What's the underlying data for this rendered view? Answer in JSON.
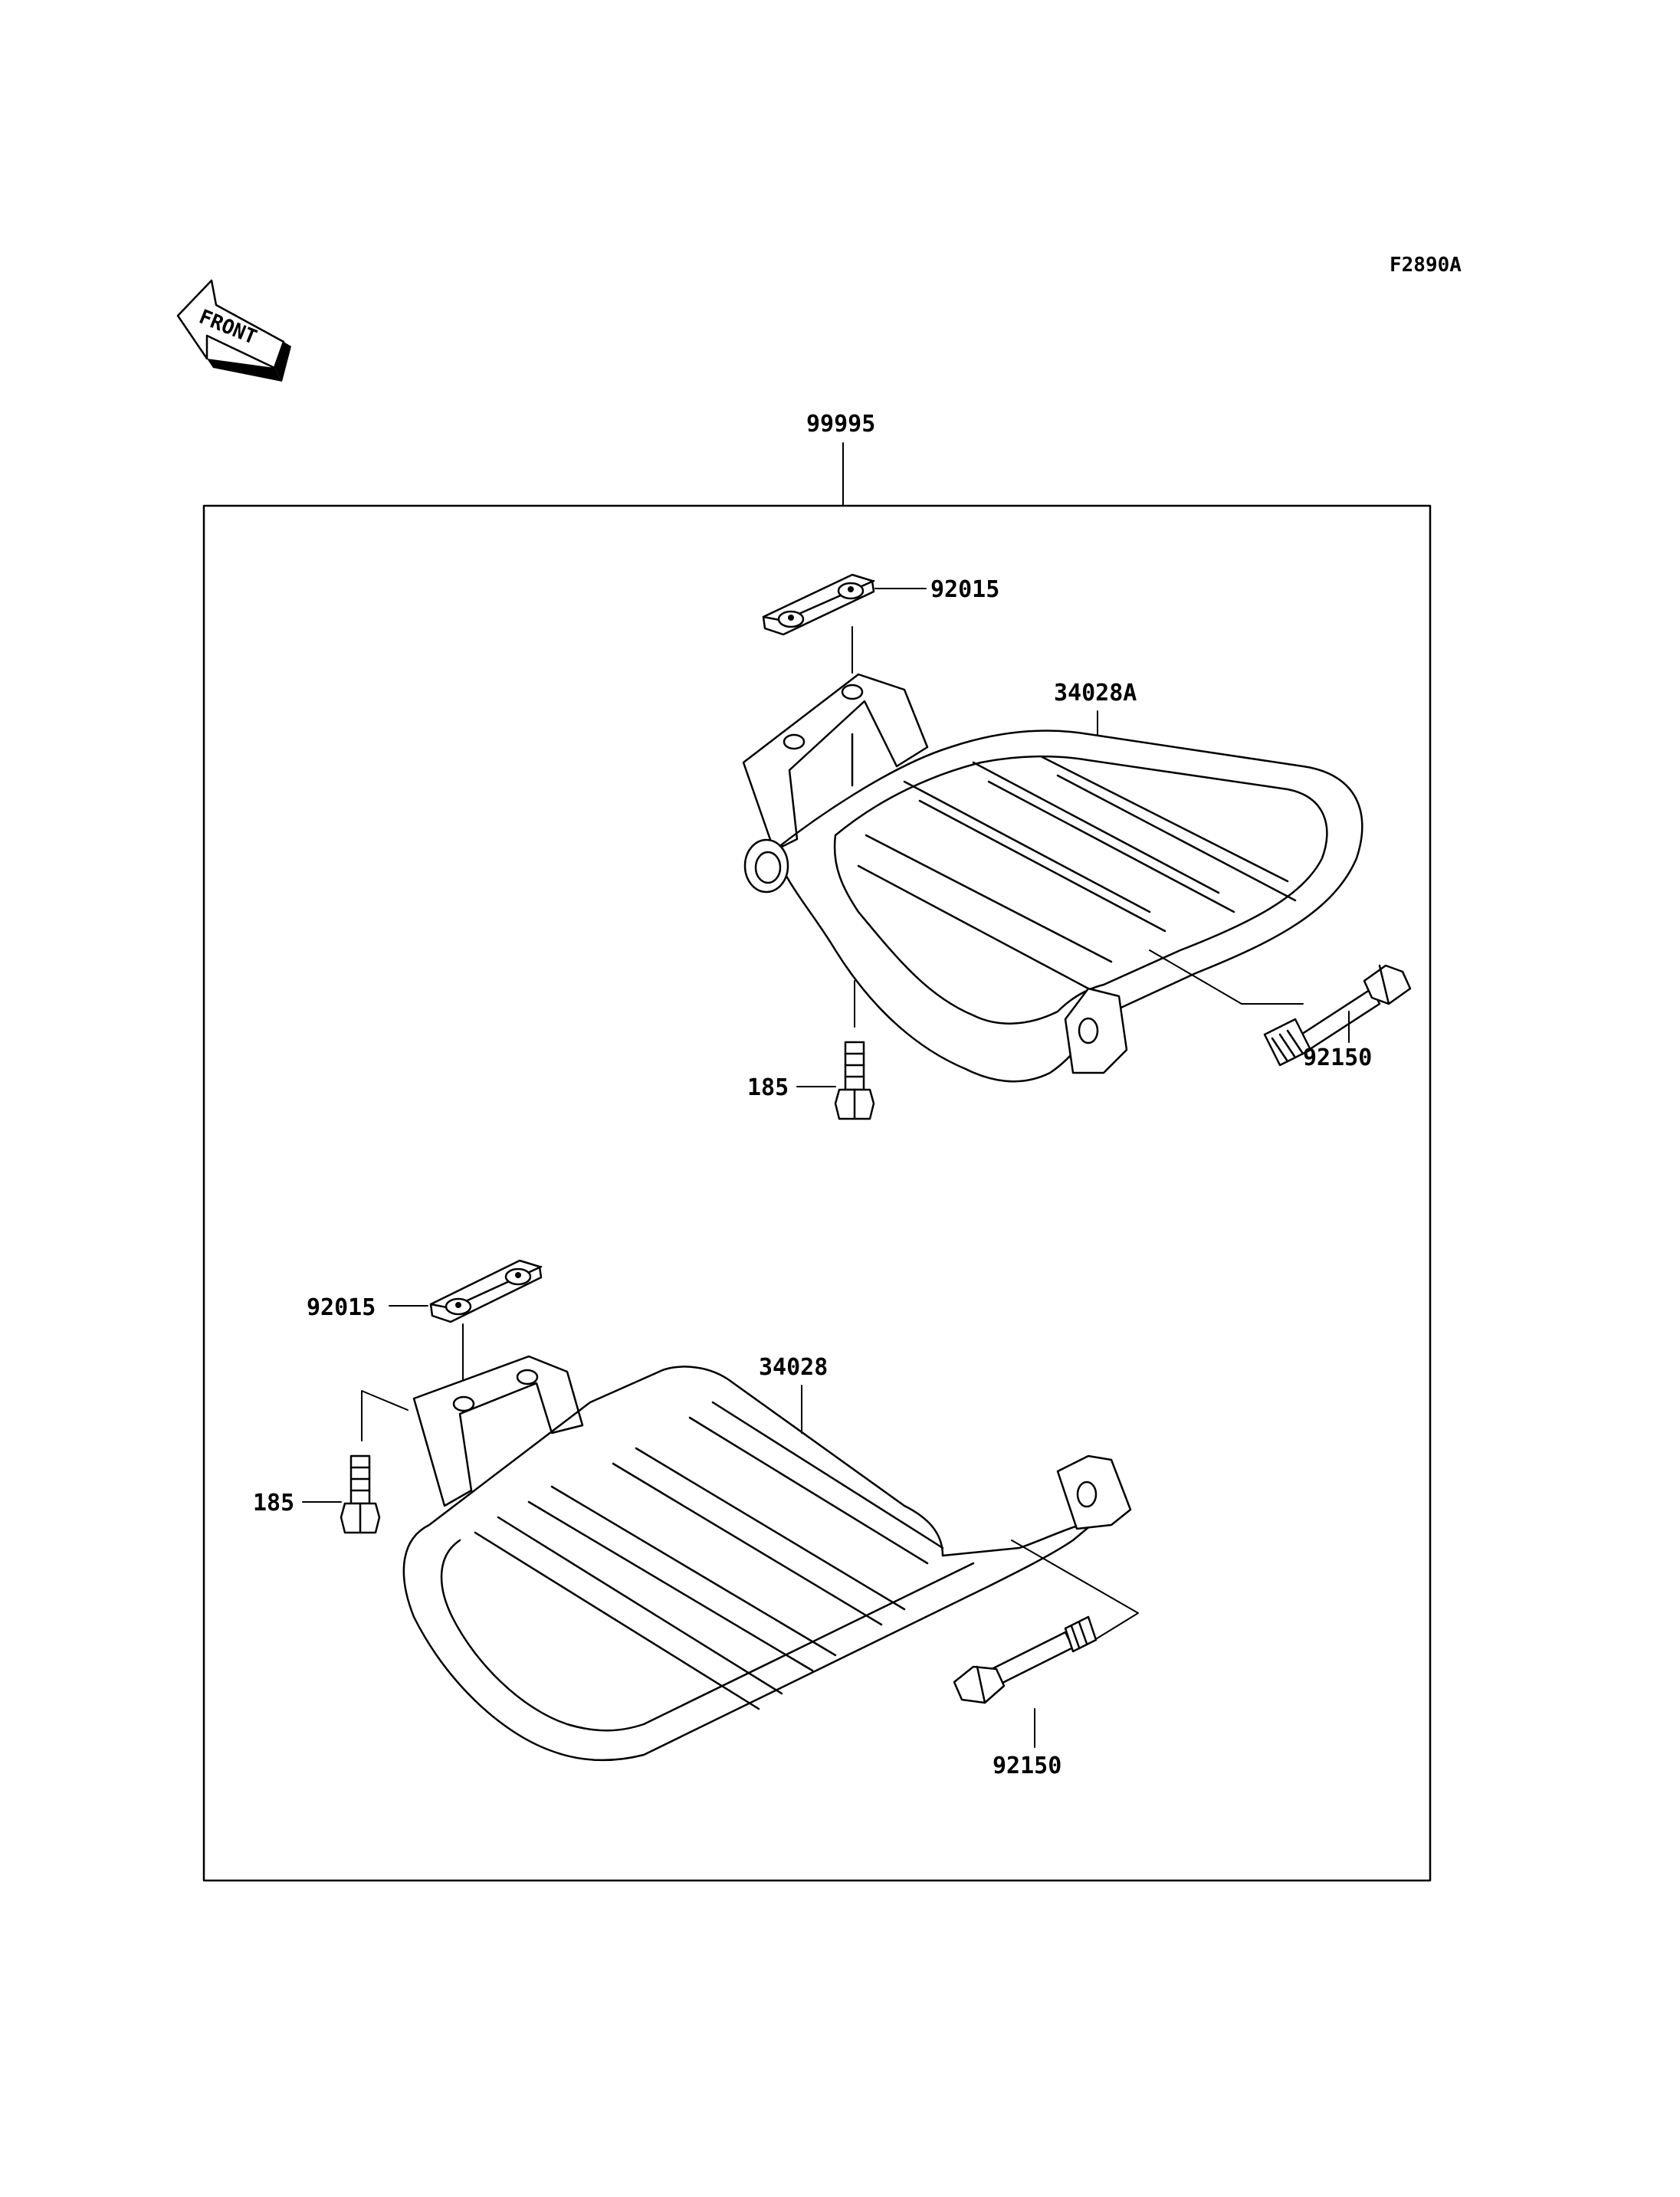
{
  "figure_code": "F2890A",
  "front_arrow_text": "FRONT",
  "callouts": {
    "kit": "99995",
    "bracket_plate_upper": "92015",
    "carrier_upper": "34028A",
    "bolt_long_upper": "92150",
    "bolt_short_upper": "185",
    "bracket_plate_lower": "92015",
    "carrier_lower": "34028",
    "bolt_short_lower": "185",
    "bolt_long_lower": "92150"
  }
}
